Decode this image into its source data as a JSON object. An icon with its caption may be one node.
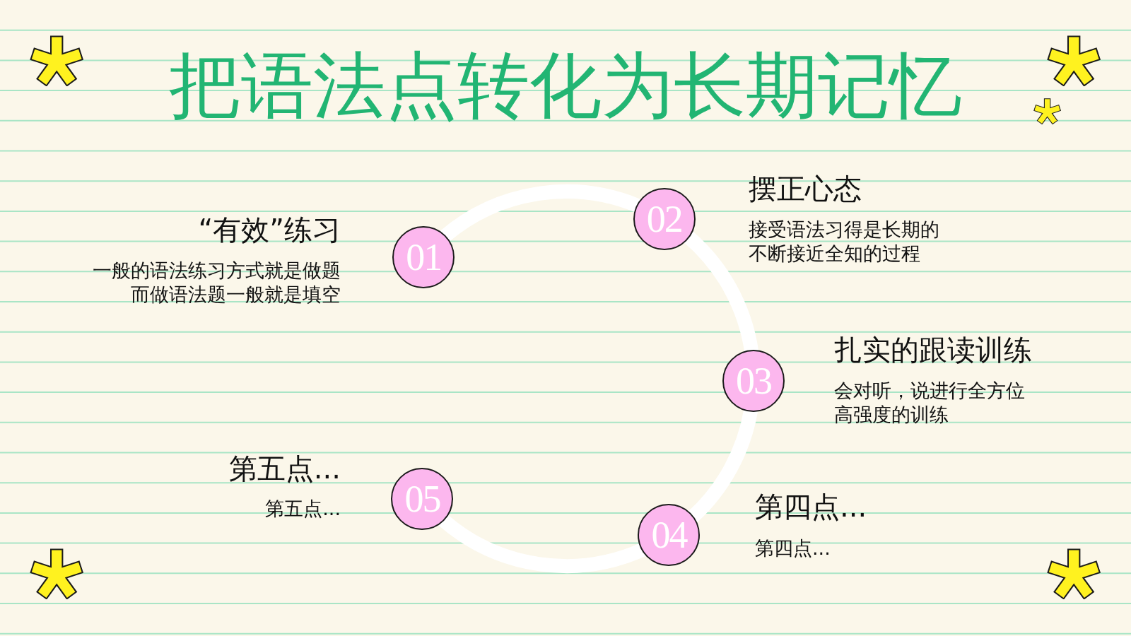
{
  "diagram": {
    "title": "把语法点转化为长期记忆",
    "nodes": [
      {
        "text": [
          "01"
        ],
        "beside": [
          "“有效”练习",
          "一般的语法练习方式就是做题而做语法题一般就是填空"
        ]
      },
      {
        "text": [
          "02"
        ],
        "beside": [
          "摆正心态",
          "接受语法习得是长期的不断接近全知的过程"
        ]
      },
      {
        "text": [
          "03"
        ],
        "beside": [
          "扎实的跟读训练",
          "会对听，说进行全方位高强度的训练"
        ]
      },
      {
        "text": [
          "04"
        ],
        "beside": [
          "第四点...",
          "第四点..."
        ]
      },
      {
        "text": [
          "05"
        ],
        "beside": [
          "第五点...",
          "第五点..."
        ]
      }
    ],
    "edges": [
      {
        "from": 0,
        "to": 1,
        "arrow": "none"
      },
      {
        "from": 1,
        "to": 2,
        "arrow": "none"
      },
      {
        "from": 2,
        "to": 3,
        "arrow": "none"
      },
      {
        "from": 3,
        "to": 4,
        "arrow": "none"
      }
    ]
  }
}
